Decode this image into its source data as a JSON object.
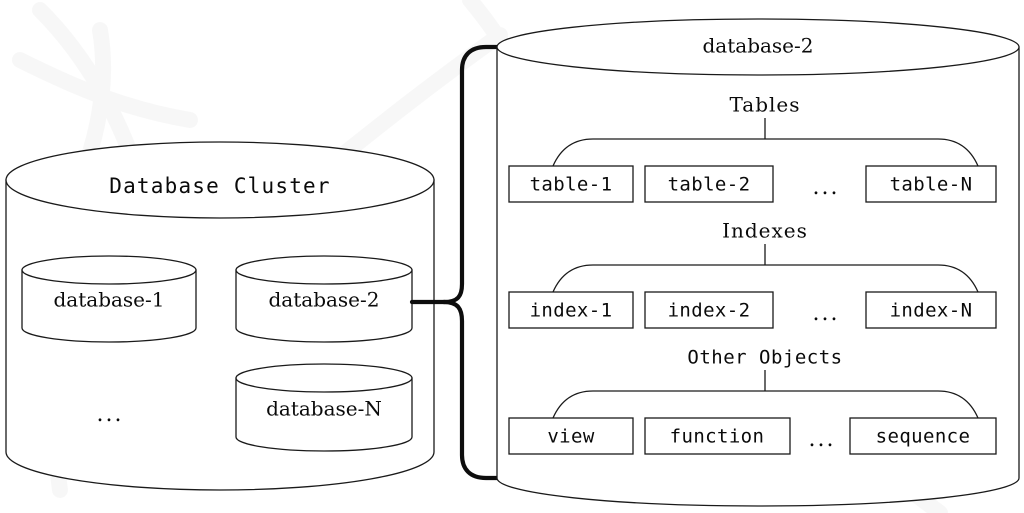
{
  "figure": {
    "type": "diagram",
    "subtype": "database-cluster-architecture",
    "left_cylinder": {
      "title": "Database Cluster",
      "children": [
        {
          "label": "database-1"
        },
        {
          "label": "database-2"
        },
        {
          "label": "database-N"
        }
      ],
      "ellipsis": "..."
    },
    "connector": {
      "kind": "curly-brace",
      "from": "database-2",
      "to": "database-2-detail"
    },
    "right_cylinder": {
      "title": "database-2",
      "groups": [
        {
          "name": "Tables",
          "items": [
            "table-1",
            "table-2",
            "table-N"
          ],
          "ellipsis": "..."
        },
        {
          "name": "Indexes",
          "items": [
            "index-1",
            "index-2",
            "index-N"
          ],
          "ellipsis": "..."
        },
        {
          "name": "Other Objects",
          "items": [
            "view",
            "function",
            "sequence"
          ],
          "ellipsis": "..."
        }
      ]
    },
    "colors": {
      "stroke": "#1a1a1a",
      "bracket": "#0d0d0d",
      "background": "#ffffff",
      "text": "#0a0a0a",
      "watermark": "#f0f0f0"
    }
  }
}
